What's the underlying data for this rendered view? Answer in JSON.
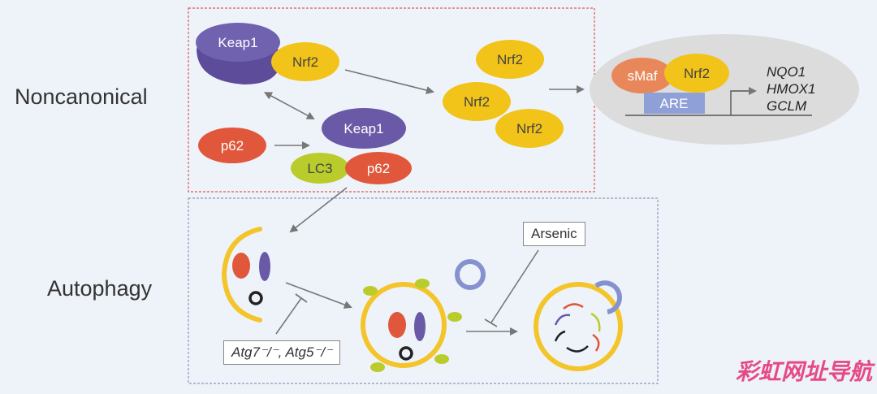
{
  "sections": {
    "noncanonical": "Noncanonical",
    "autophagy": "Autophagy"
  },
  "molecules": {
    "keap1": "Keap1",
    "nrf2": "Nrf2",
    "p62": "p62",
    "lc3": "LC3",
    "smaf": "sMaf",
    "are": "ARE"
  },
  "genes": [
    "NQO1",
    "HMOX1",
    "GCLM"
  ],
  "inhibitors": {
    "atg": "Atg7⁻/⁻, Atg5⁻/⁻",
    "arsenic": "Arsenic"
  },
  "watermark": "彩虹网址导航",
  "colors": {
    "keap1": "#6a59a6",
    "nrf2": "#f2c318",
    "p62": "#e0573b",
    "lc3": "#b9cc2c",
    "smaf": "#e8885a",
    "are": "#8fa0d8",
    "membrane": "#f3c52a",
    "ring": "#8592cf"
  }
}
